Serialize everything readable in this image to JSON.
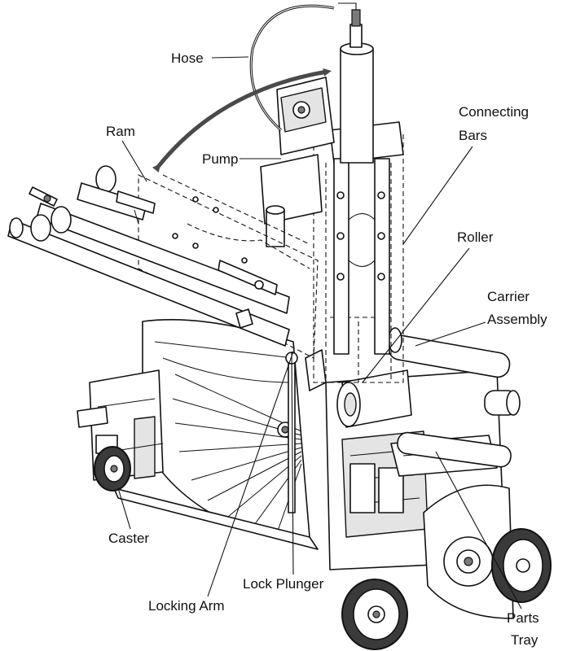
{
  "labels": {
    "hose": "Hose",
    "ram": "Ram",
    "pump": "Pump",
    "connecting_bars_line1": "Connecting",
    "connecting_bars_line2": "Bars",
    "roller": "Roller",
    "carrier_assembly_line1": "Carrier",
    "carrier_assembly_line2": "Assembly",
    "caster": "Caster",
    "locking_arm": "Locking Arm",
    "lock_plunger": "Lock Plunger",
    "parts_tray_line1": "Parts",
    "parts_tray_line2": "Tray"
  },
  "colors": {
    "line": "#111111",
    "arrow": "#4a4a4a",
    "background": "#ffffff"
  }
}
